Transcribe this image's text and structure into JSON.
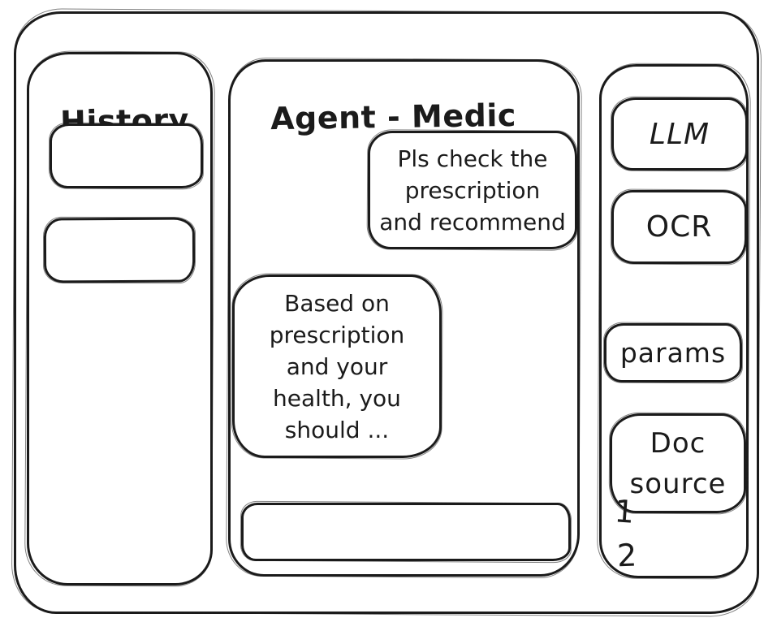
{
  "window": {
    "stroke_color": "#1b1b1b",
    "background_color": "#ffffff"
  },
  "history": {
    "title": "History",
    "items": [
      {
        "label": ""
      },
      {
        "label": ""
      }
    ]
  },
  "chat": {
    "title": "Agent - Medic",
    "messages": [
      {
        "role": "user",
        "text": "Pls check the\nprescription\nand recommend"
      },
      {
        "role": "assistant",
        "text": "Based on\nprescription\nand your\nhealth, you\nshould ..."
      }
    ],
    "input": {
      "value": "",
      "placeholder": ""
    }
  },
  "tools": {
    "buttons": [
      {
        "id": "llm",
        "label": "LLM"
      },
      {
        "id": "ocr",
        "label": "OCR"
      },
      {
        "id": "params",
        "label": "params"
      },
      {
        "id": "doc_source",
        "label": "Doc\nsource"
      }
    ],
    "doc_sources": [
      "1",
      "2"
    ]
  }
}
